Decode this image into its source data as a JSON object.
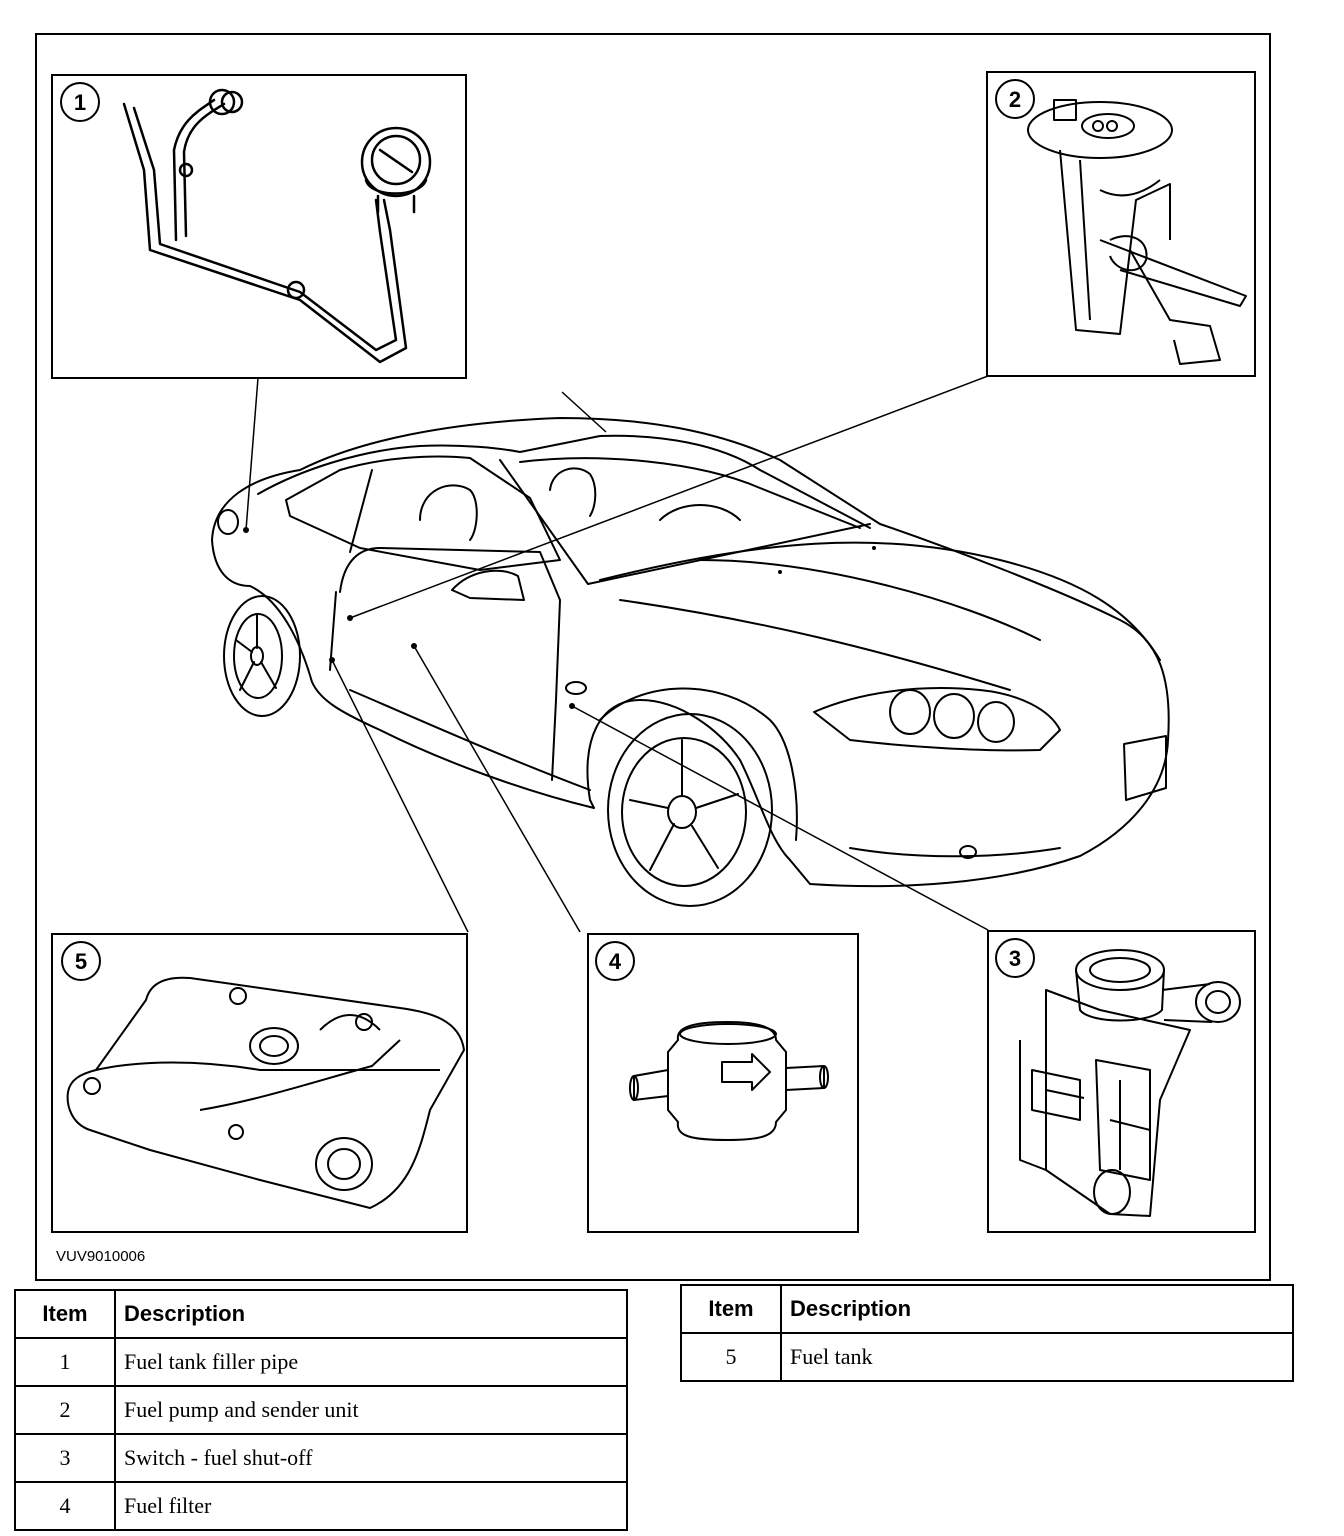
{
  "figure": {
    "code": "VUV9010006",
    "callouts": [
      "1",
      "2",
      "3",
      "4",
      "5"
    ]
  },
  "legend_left": {
    "header": {
      "item": "Item",
      "description": "Description"
    },
    "rows": [
      {
        "item": "1",
        "description": "Fuel tank filler pipe"
      },
      {
        "item": "2",
        "description": "Fuel pump and sender unit"
      },
      {
        "item": "3",
        "description": "Switch - fuel shut-off"
      },
      {
        "item": "4",
        "description": "Fuel filter"
      }
    ]
  },
  "legend_right": {
    "header": {
      "item": "Item",
      "description": "Description"
    },
    "rows": [
      {
        "item": "5",
        "description": "Fuel tank"
      }
    ]
  }
}
